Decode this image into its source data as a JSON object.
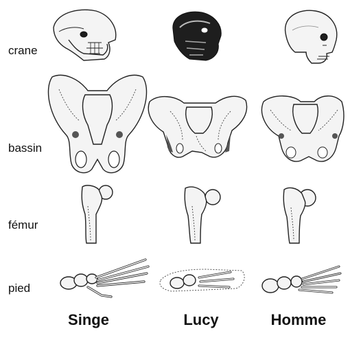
{
  "rows": {
    "crane": "crane",
    "bassin": "bassin",
    "femur": "fémur",
    "pied": "pied"
  },
  "columns": {
    "singe": "Singe",
    "lucy": "Lucy",
    "homme": "Homme"
  }
}
